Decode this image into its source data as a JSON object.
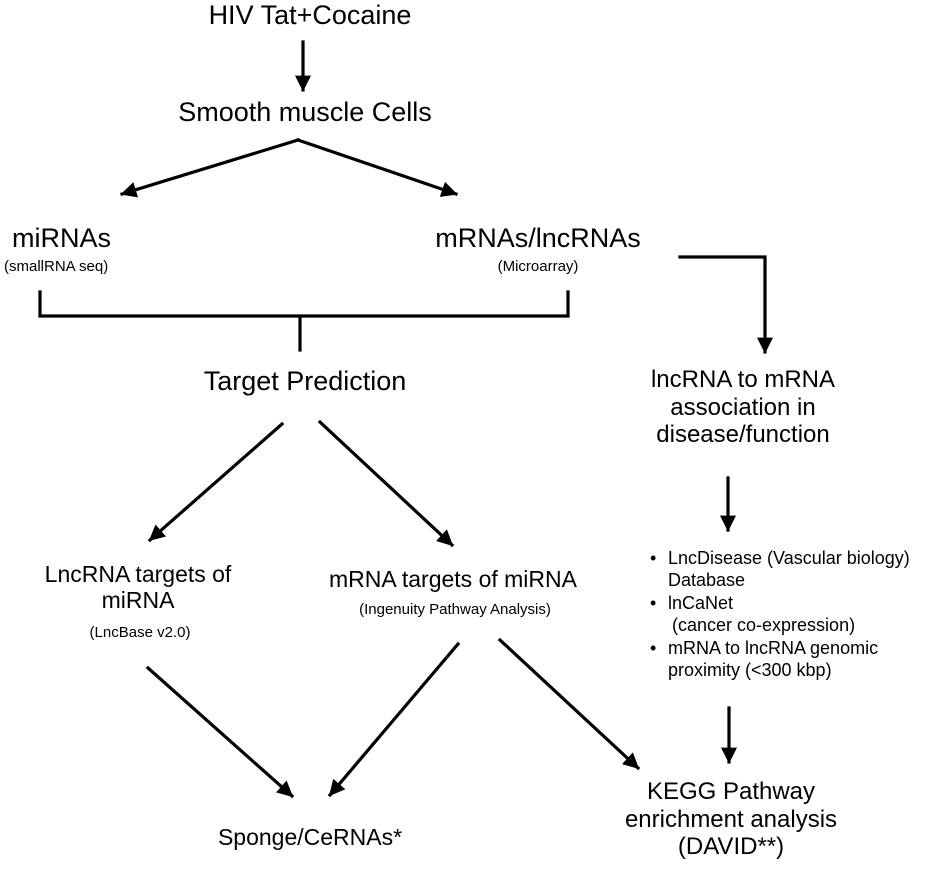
{
  "nodes": {
    "hiv": "HIV Tat+Cocaine",
    "smc": "Smooth muscle Cells",
    "mirnas": "miRNAs",
    "mirnas_sub": "(smallRNA seq)",
    "mrnas": "mRNAs/lncRNAs",
    "mrnas_sub": "(Microarray)",
    "target": "Target Prediction",
    "assoc_line1": "lncRNA to mRNA",
    "assoc_line2": "association in",
    "assoc_line3": "disease/function",
    "lnc_line1": "LncRNA targets of",
    "lnc_line2": "miRNA",
    "lnc_sub": "(LncBase v2.0)",
    "mrna_t": "mRNA targets of miRNA",
    "mrna_t_sub": "(Ingenuity Pathway Analysis)",
    "sponge": "Sponge/CeRNAs*",
    "kegg_line1": "KEGG Pathway",
    "kegg_line2": "enrichment analysis",
    "kegg_line3": "(DAVID**)"
  },
  "databases": [
    {
      "line1": "LncDisease (Vascular biology)",
      "line2": "Database"
    },
    {
      "line1": "lnCaNet",
      "line2": "(cancer co-expression)"
    },
    {
      "line1": "mRNA to lncRNA  genomic",
      "line2": "proximity (<300 kbp)"
    }
  ]
}
